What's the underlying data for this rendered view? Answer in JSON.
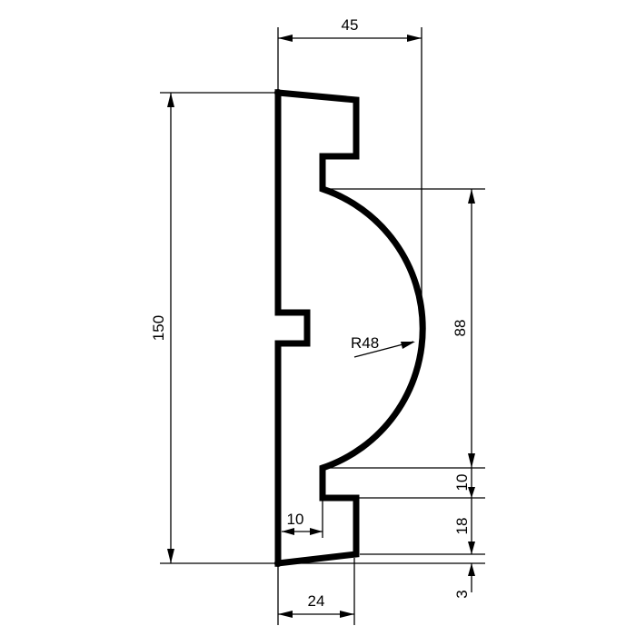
{
  "drawing": {
    "dimensions": {
      "top_width": "45",
      "total_height": "150",
      "radius": "R48",
      "arc_height": "88",
      "dim_10_right": "10",
      "dim_18": "18",
      "dim_3": "3",
      "dim_10_bottom": "10",
      "bottom_width": "24"
    }
  }
}
